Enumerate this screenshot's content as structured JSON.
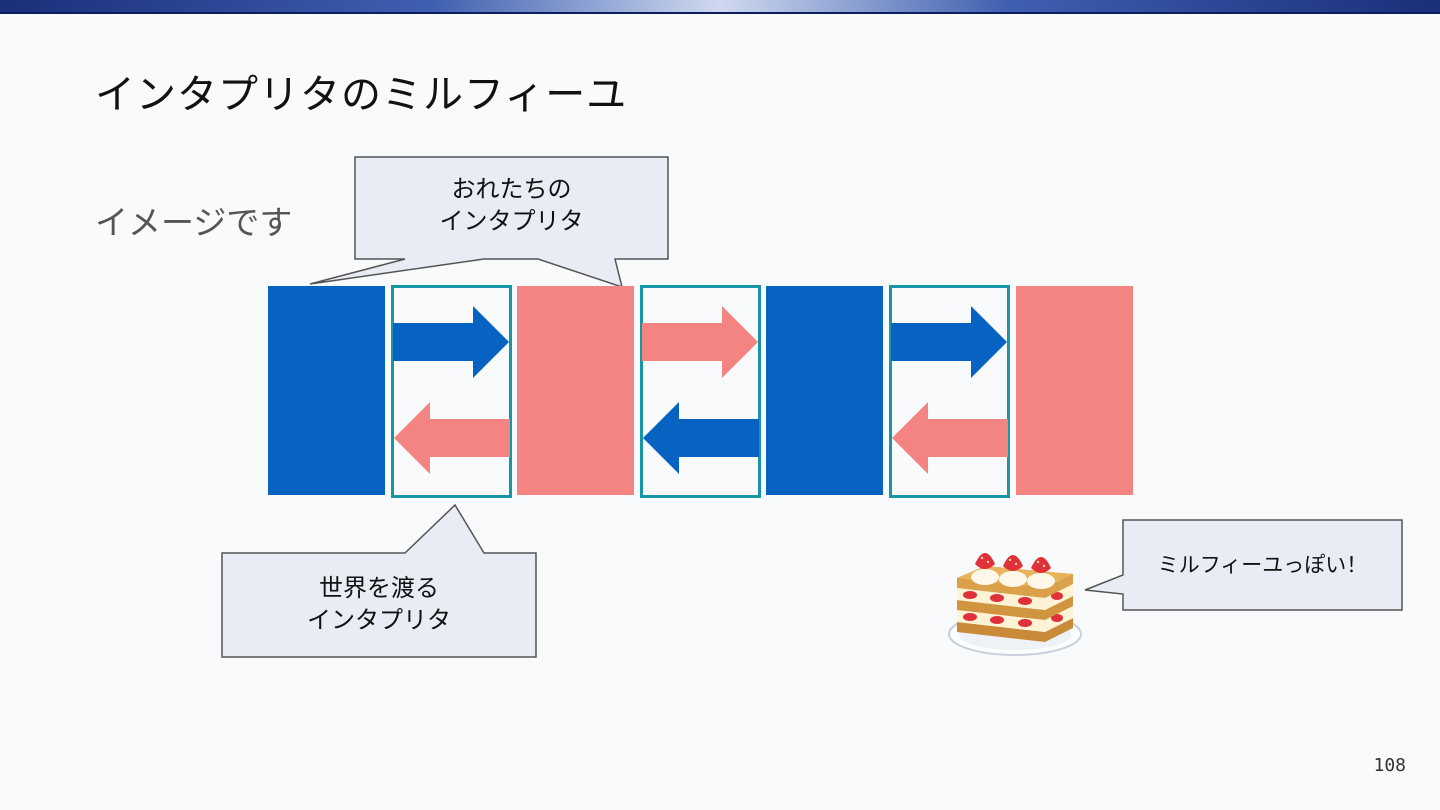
{
  "slide": {
    "title": "インタプリタのミルフィーユ",
    "subtitle": "イメージです",
    "page_number": "108"
  },
  "callouts": {
    "ours_line1": "おれたちの",
    "ours_line2": "インタプリタ",
    "world_line1": "世界を渡る",
    "world_line2": "インタプリタ",
    "mille": "ミルフィーユっぽい！"
  },
  "colors": {
    "blue": "#0763c2",
    "pink": "#f48482",
    "frame": "#1797a6",
    "callout_fill": "#e8ecf4",
    "callout_border": "#555555"
  },
  "icons": {
    "cake": "millefeuille-cake-icon"
  }
}
